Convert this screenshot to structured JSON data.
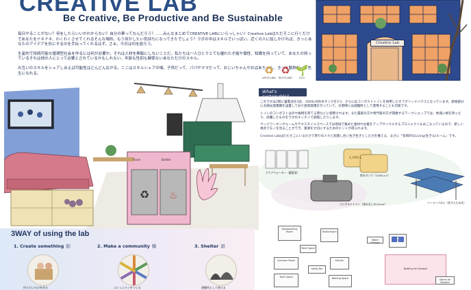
{
  "header": {
    "title": "CREATIVE LAB",
    "subtitle": "Be Creative, Be Productive and Be Sustainable"
  },
  "intro": {
    "para1": "毎日やることがない？何をしたらいいかわからない？自分の夢ってなんだろう？……みんなまとめてCREATIVE LABにいらっしゃい！Creative Labはただそこに行くだけであなたをドキドキ、わくわくさせてくれるそんな場所。もう何かしたい気持ちになってきたでしょう？ラボの中はスキルでいっぱい。近くの人に話しかければ、きっとあなたのアイデアを形にするのを手伝ってくれるはず。さぁ、今日は何を創ろう。",
    "para2": "生産的で持続可能な循環型社会を作るには何が必要か。それは人材を無駄にしないことだ。私たちは一人ひとりとても優れた才能や個性、知識を持っていて、あなたの持っているそれは他の人にとって必要とされているかもしれない。年齢も性別も関係ないあなただけのスキル。",
    "para3": "お互いのスキルをシェアし合えば可能性はどんどん広がる。ここはスキルシェアの場。子供だって、パパやママだって、おじいちゃんやおばあちゃん、きっと動物だって先生になれる。"
  },
  "eco_icons": [
    {
      "name": "upcycle",
      "label": "UPCYCLING"
    },
    {
      "name": "recycle",
      "label": "RECYCLING"
    },
    {
      "name": "earth",
      "label": "ECO"
    }
  ],
  "building": {
    "sign": "Creative Lab"
  },
  "interior": {
    "cart_label_1": "Food",
    "cart_label_2": "Bottle"
  },
  "sustainable": {
    "heading": "What's sustainable?",
    "p1": "このラボは2階に蓄電池を4台、1000Lの貯水タンクを2つ、さらにはコンポストトイレを併用したオフグリッドハウスとなっています。屋根部分に太陽光発電機を設置しており昼夜発電を行っていて、災害時には避難所として使用することも可能です。",
    "p2": "トイレのコンポストは外や植物を育てる際などに使用されます。また農家の方や専門家の方が開催するワークショップでは、地域に根を持ったり、収穫したものをラボのキッチンで調理したりします。",
    "p3": "ウッドワーキングルームやテキスタイルスペースでは地域で集めた素材や古着をアップサイクルするプロジェクトもおこなっているので、新しい視点でモノを見ることができ、資源を大切にするためのヒントが得られます。",
    "p4": "Creative Labはただそこにいるだけで周りの人々と刺激し合い生き生きとした力を養える、まさに「多目的なLiving(生きる)ルーム」です。"
  },
  "equipment": {
    "battery": "アクアウォーター（蓄電池）",
    "tank": "貯水タンク（1000L×2）",
    "tank_text": "1,000 L",
    "compost": "コンポストトイレ（排水なしの12mm）",
    "solar": "ソーラーパネル（折りたたみ式）"
  },
  "ways": {
    "title": "3WAY of using the lab",
    "items": [
      {
        "label": "1. Create something",
        "kanji": "創",
        "note": "作りたいものを作る"
      },
      {
        "label": "2. Make a community",
        "kanji": "輪",
        "note": "コミュニティをつくる"
      },
      {
        "label": "3. Shelter",
        "kanji": "避",
        "note": "避難所として使える"
      }
    ]
  },
  "plan1": {
    "rooms": [
      "Woodworking Room",
      "Textile Room",
      "Common Room",
      "Kitchen",
      "Lobby Bar",
      "Toilet Space",
      "Bathing Space",
      "Tools Space"
    ]
  },
  "plan2": {
    "rooms": [
      "Water Storage",
      "Battery Storage",
      "Bedding for Disaster",
      "Stores for Disaster"
    ]
  }
}
